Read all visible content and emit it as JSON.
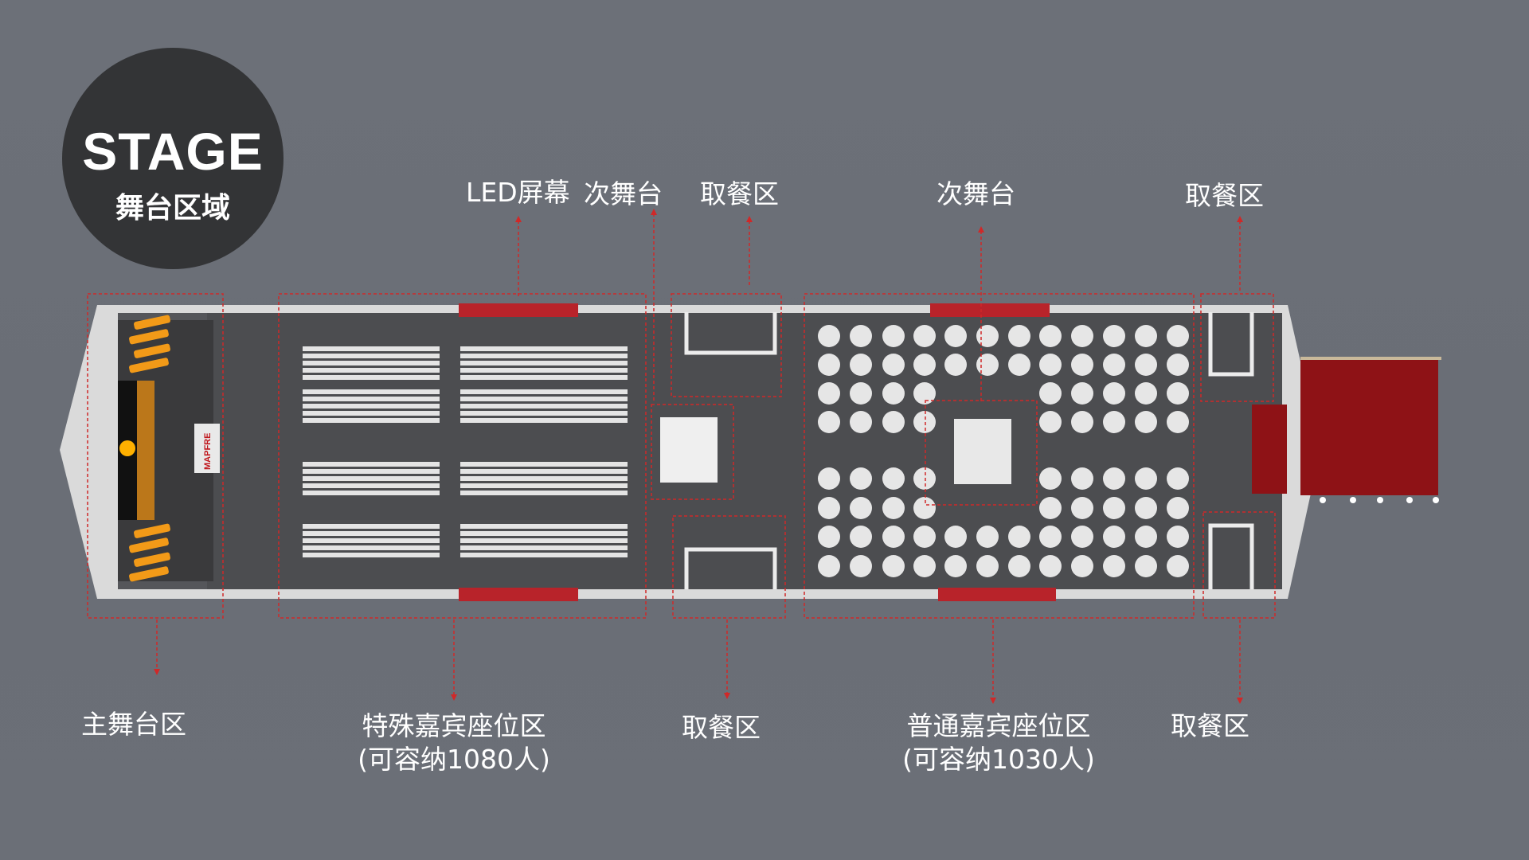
{
  "badge": {
    "title": "STAGE",
    "subtitle": "舞台区域"
  },
  "labels": {
    "top": {
      "led_screen": "LED屏幕",
      "sub_stage_1": "次舞台",
      "dining_1": "取餐区",
      "sub_stage_2": "次舞台",
      "dining_2": "取餐区"
    },
    "bottom": {
      "main_stage": "主舞台区",
      "special_guests": "特殊嘉宾座位区",
      "special_capacity": "(可容纳1080人)",
      "dining_3": "取餐区",
      "general_guests": "普通嘉宾座位区",
      "general_capacity": "(可容纳1030人)",
      "dining_4": "取餐区"
    }
  },
  "stage_logo": "MAPFRE",
  "colors": {
    "background": "#6b6f77",
    "badge": "#333436",
    "floor": "#4a4b4e",
    "wall": "#dcdcdc",
    "led_red": "#b8232a",
    "carpet_red": "#8e1216",
    "dashed_guide": "#e03030"
  }
}
